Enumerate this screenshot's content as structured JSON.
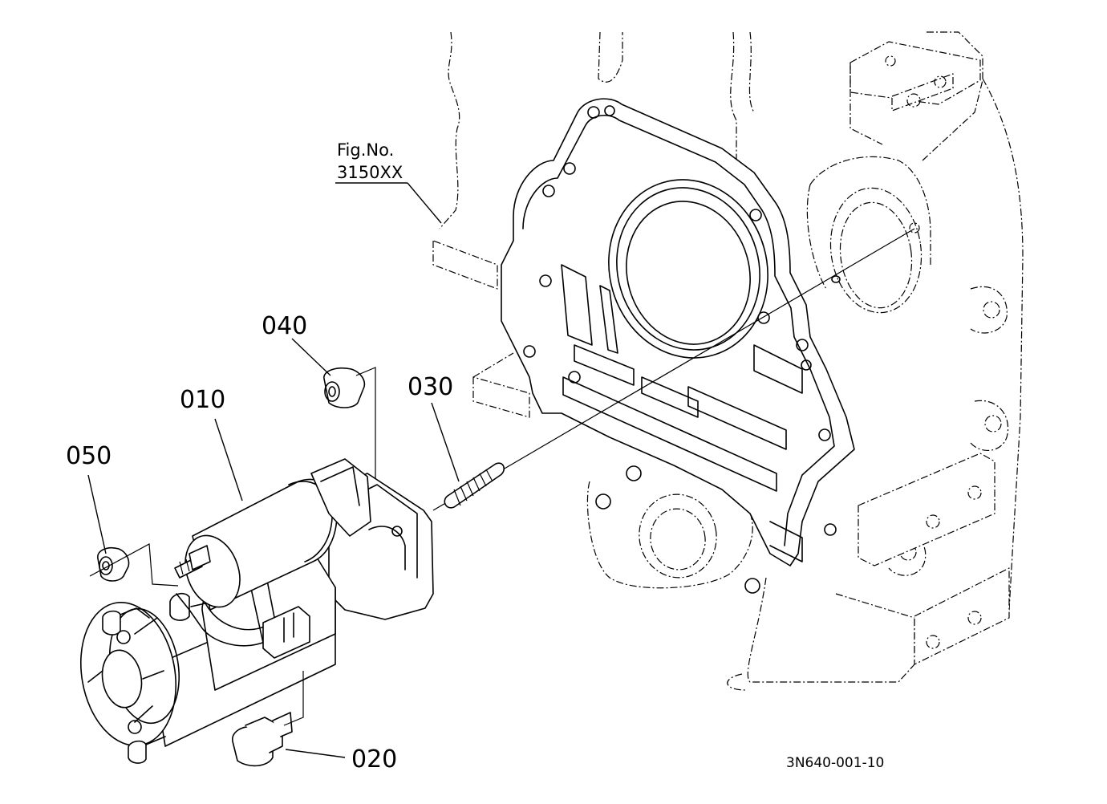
{
  "figure_reference": {
    "line1": "Fig.No.",
    "line2": "3150XX"
  },
  "callouts": {
    "part_010": "010",
    "part_020": "020",
    "part_030": "030",
    "part_040": "040",
    "part_050": "050"
  },
  "document_id": "3N640-001-10"
}
